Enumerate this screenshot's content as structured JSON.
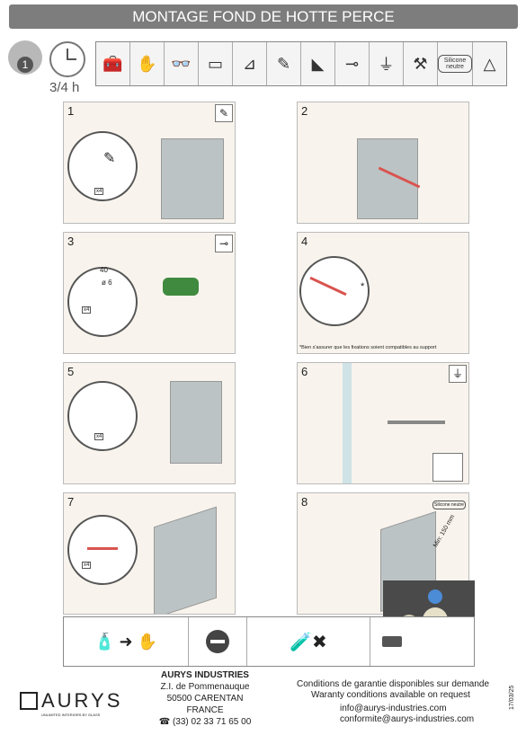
{
  "header": {
    "title": "MONTAGE FOND DE HOTTE PERCE"
  },
  "meta": {
    "persons": "1",
    "duration": "3/4 h"
  },
  "tools": [
    {
      "icon": "toolbox-icon",
      "glyph": "🧰"
    },
    {
      "icon": "glove-icon",
      "glyph": "✋"
    },
    {
      "icon": "safety-glasses-icon",
      "glyph": "👓"
    },
    {
      "icon": "level-icon",
      "glyph": "▭"
    },
    {
      "icon": "square-ruler-icon",
      "glyph": "⊿"
    },
    {
      "icon": "pencil-icon",
      "glyph": "✎"
    },
    {
      "icon": "cutter-icon",
      "glyph": "◣"
    },
    {
      "icon": "drill-bit-icon",
      "glyph": "⊸"
    },
    {
      "icon": "screwdriver-icon",
      "glyph": "⏚"
    },
    {
      "icon": "caulk-gun-icon",
      "glyph": "⚒"
    },
    {
      "icon": "silicone-icon",
      "glyph": ""
    },
    {
      "icon": "triangle-pad-icon",
      "glyph": "△"
    }
  ],
  "silicone": {
    "label": "Silicone neutre"
  },
  "steps": {
    "s1": {
      "n": "1",
      "qty": "x4"
    },
    "s2": {
      "n": "2"
    },
    "s3": {
      "n": "3",
      "dim": "40",
      "dia": "ø 6",
      "qty": "x4"
    },
    "s4": {
      "n": "4",
      "note": "*Bien s'assurer que les fixations soient compatibles au support",
      "star": "*"
    },
    "s5": {
      "n": "5",
      "qty": "x4"
    },
    "s6": {
      "n": "6"
    },
    "s7": {
      "n": "7",
      "qty": "x4"
    },
    "s8": {
      "n": "8",
      "dim": "Min: 150 mm",
      "sil": "Silicone neutre"
    }
  },
  "company": {
    "brand": "AURYS",
    "tagline": "UNLIMITED INTERIORS BY GLASS",
    "name": "AURYS INDUSTRIES",
    "address1": "Z.I. de Pommenauque",
    "address2": "50500 CARENTAN",
    "country": "FRANCE",
    "phone": "(33) 02 33 71 65 00"
  },
  "conditions": {
    "fr": "Conditions de garantie disponibles sur demande",
    "en": "Waranty conditions available on request"
  },
  "contact": {
    "email1": "info@aurys-industries.com",
    "email2": "conformite@aurys-industries.com"
  },
  "date": "17/03/25",
  "colors": {
    "header": "#7d7d7d",
    "glass": "#bcc3c4",
    "arrow": "#d9534f",
    "panel": "#f8f4ed"
  }
}
